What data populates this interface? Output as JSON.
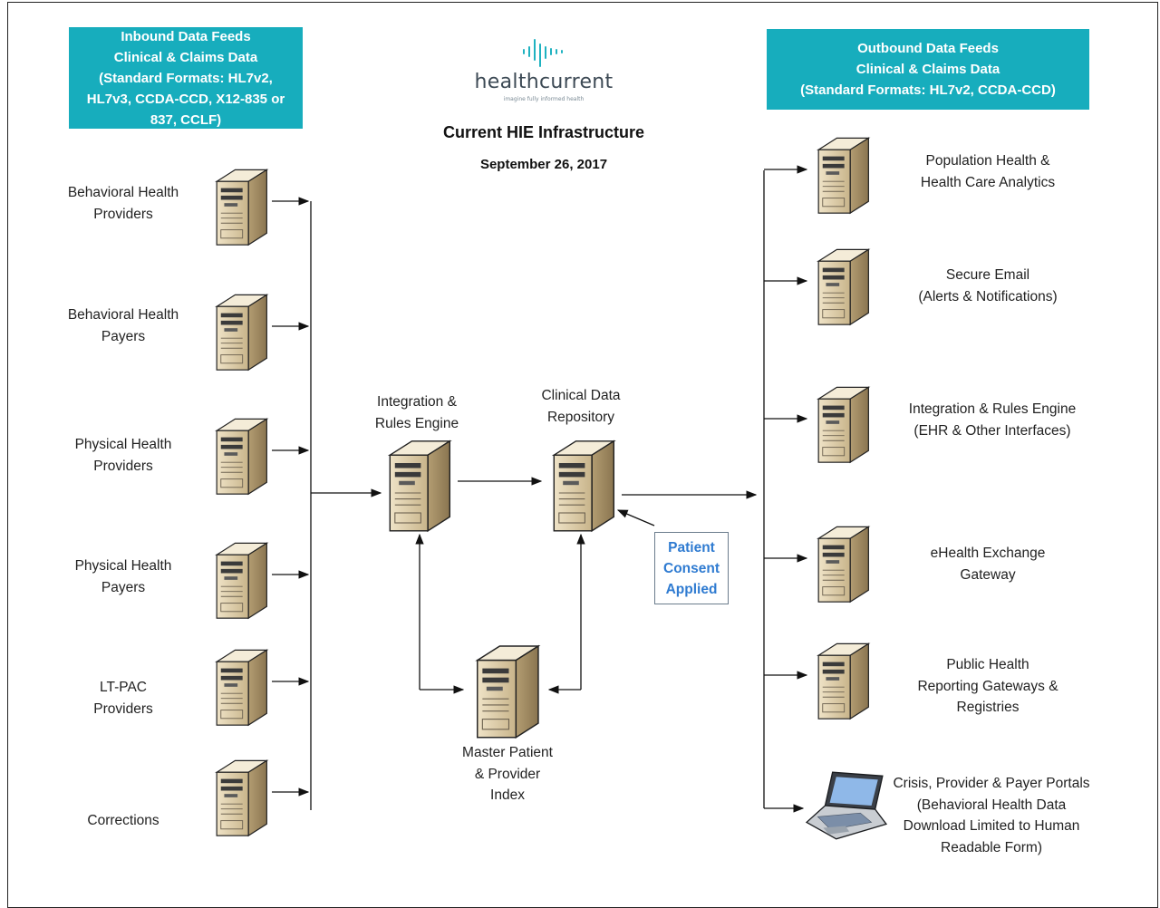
{
  "colors": {
    "banner": "#17adbd",
    "consent_text": "#2f7bd1",
    "logo_accent": "#1fb2c0"
  },
  "logo": {
    "name": "healthcurrent",
    "tagline": "imagine fully informed health"
  },
  "title": {
    "main": "Current HIE Infrastructure",
    "date": "September 26, 2017"
  },
  "inbound_banner": [
    "Inbound Data Feeds",
    "Clinical & Claims Data",
    "(Standard Formats: HL7v2,",
    "HL7v3, CCDA-CCD, X12-835 or",
    "837, CCLF)"
  ],
  "outbound_banner": [
    "Outbound Data Feeds",
    "Clinical & Claims Data",
    "(Standard Formats: HL7v2, CCDA-CCD)"
  ],
  "inbound_sources": [
    {
      "lines": [
        "Behavioral Health",
        "Providers"
      ],
      "icon": "server-icon"
    },
    {
      "lines": [
        "Behavioral Health",
        "Payers"
      ],
      "icon": "server-icon"
    },
    {
      "lines": [
        "Physical Health",
        "Providers"
      ],
      "icon": "server-icon"
    },
    {
      "lines": [
        "Physical Health",
        "Payers"
      ],
      "icon": "server-icon"
    },
    {
      "lines": [
        "LT-PAC",
        "Providers"
      ],
      "icon": "server-icon"
    },
    {
      "lines": [
        "Corrections"
      ],
      "icon": "server-icon"
    }
  ],
  "core": {
    "integration": [
      "Integration &",
      "Rules Engine"
    ],
    "repository": [
      "Clinical Data",
      "Repository"
    ],
    "mpi": [
      "Master Patient",
      "& Provider",
      "Index"
    ],
    "consent": [
      "Patient",
      "Consent",
      "Applied"
    ]
  },
  "outbound_targets": [
    {
      "lines": [
        "Population  Health &",
        "Health Care Analytics"
      ],
      "icon": "server-icon"
    },
    {
      "lines": [
        "Secure Email",
        "(Alerts & Notifications)"
      ],
      "icon": "server-icon"
    },
    {
      "lines": [
        "Integration & Rules Engine",
        "(EHR & Other Interfaces)"
      ],
      "icon": "server-icon"
    },
    {
      "lines": [
        "eHealth Exchange",
        "Gateway"
      ],
      "icon": "server-icon"
    },
    {
      "lines": [
        "Public Health",
        "Reporting Gateways &",
        "Registries"
      ],
      "icon": "server-icon"
    },
    {
      "lines": [
        "Crisis, Provider & Payer Portals",
        "(Behavioral Health Data",
        "Download Limited to Human",
        "Readable Form)"
      ],
      "icon": "laptop-icon"
    }
  ]
}
